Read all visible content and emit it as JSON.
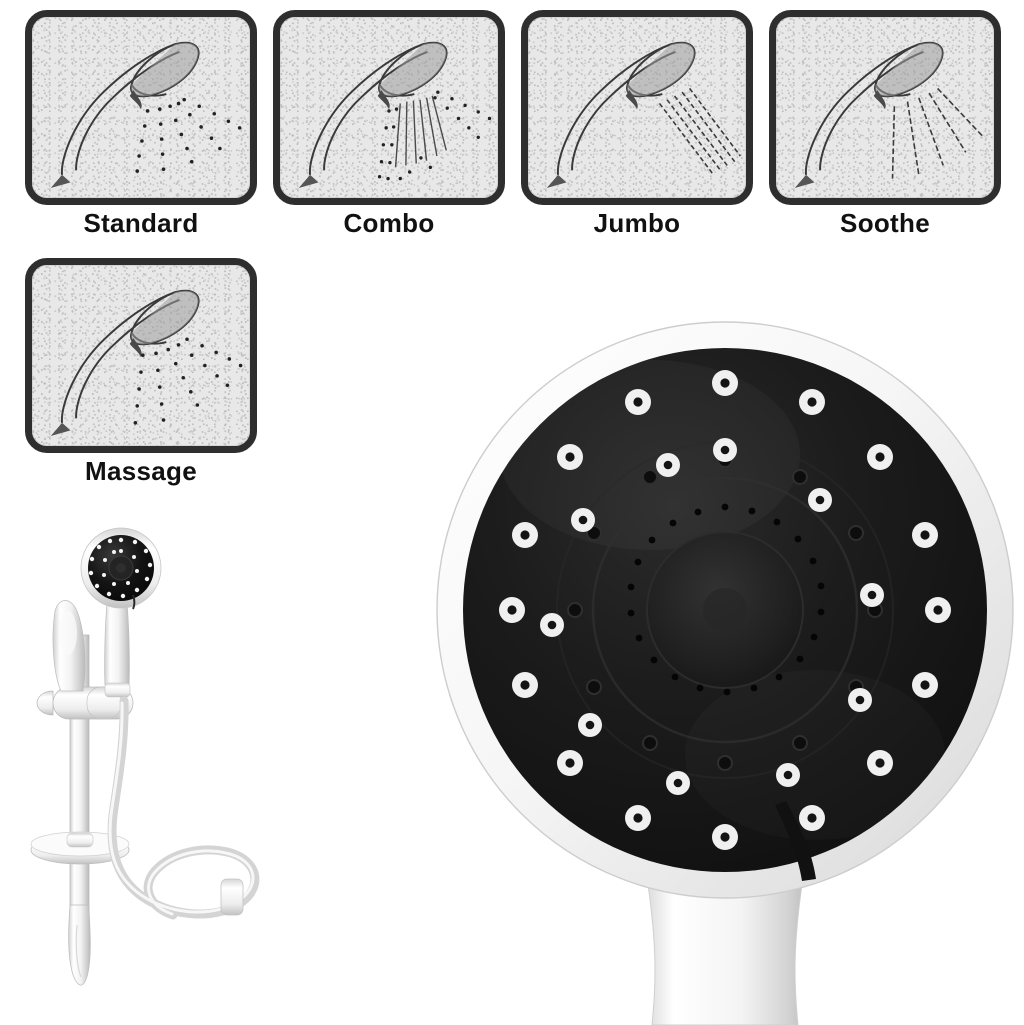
{
  "product": {
    "type": "handheld-shower-head-with-slide-bar",
    "colors": {
      "body_white": "#ffffff",
      "face_black": "#1b1b1b",
      "nozzle_white": "#f2f2f2",
      "panel_border": "#2e2e2e",
      "panel_fill": "#e8e8e8",
      "label_text": "#111111"
    }
  },
  "spray_modes": {
    "count": 5,
    "items": [
      {
        "label": "Standard",
        "pattern": "dotted-fan",
        "row": 1,
        "col": 1
      },
      {
        "label": "Combo",
        "pattern": "dotted-plus-solid-fan",
        "row": 1,
        "col": 2
      },
      {
        "label": "Jumbo",
        "pattern": "solid-narrow-jet",
        "row": 1,
        "col": 3
      },
      {
        "label": "Soothe",
        "pattern": "solid-wide-streams",
        "row": 1,
        "col": 4
      },
      {
        "label": "Massage",
        "pattern": "dotted-wide-fan",
        "row": 2,
        "col": 1
      }
    ]
  },
  "hero_head": {
    "name": "shower-head-face",
    "outer_ring": "white",
    "face": "black",
    "nozzle_rings": [
      {
        "ring": "outer",
        "count": 16
      },
      {
        "ring": "middle",
        "count": 10
      }
    ],
    "center_hub": {
      "name": "massage-hub",
      "pinhole_count": 24
    },
    "handle": {
      "name": "handle",
      "color": "white",
      "lever": "dark-tab"
    }
  },
  "slide_bar_set": {
    "name": "slide-bar-assembly",
    "parts": [
      {
        "name": "hand-shower",
        "label": "hand shower"
      },
      {
        "name": "adjustable-bracket",
        "label": "bracket"
      },
      {
        "name": "slide-bar",
        "label": "slide bar"
      },
      {
        "name": "soap-dish",
        "label": "soap dish"
      },
      {
        "name": "shower-hose",
        "label": "hose"
      },
      {
        "name": "hose-connector",
        "label": "connector"
      }
    ]
  }
}
